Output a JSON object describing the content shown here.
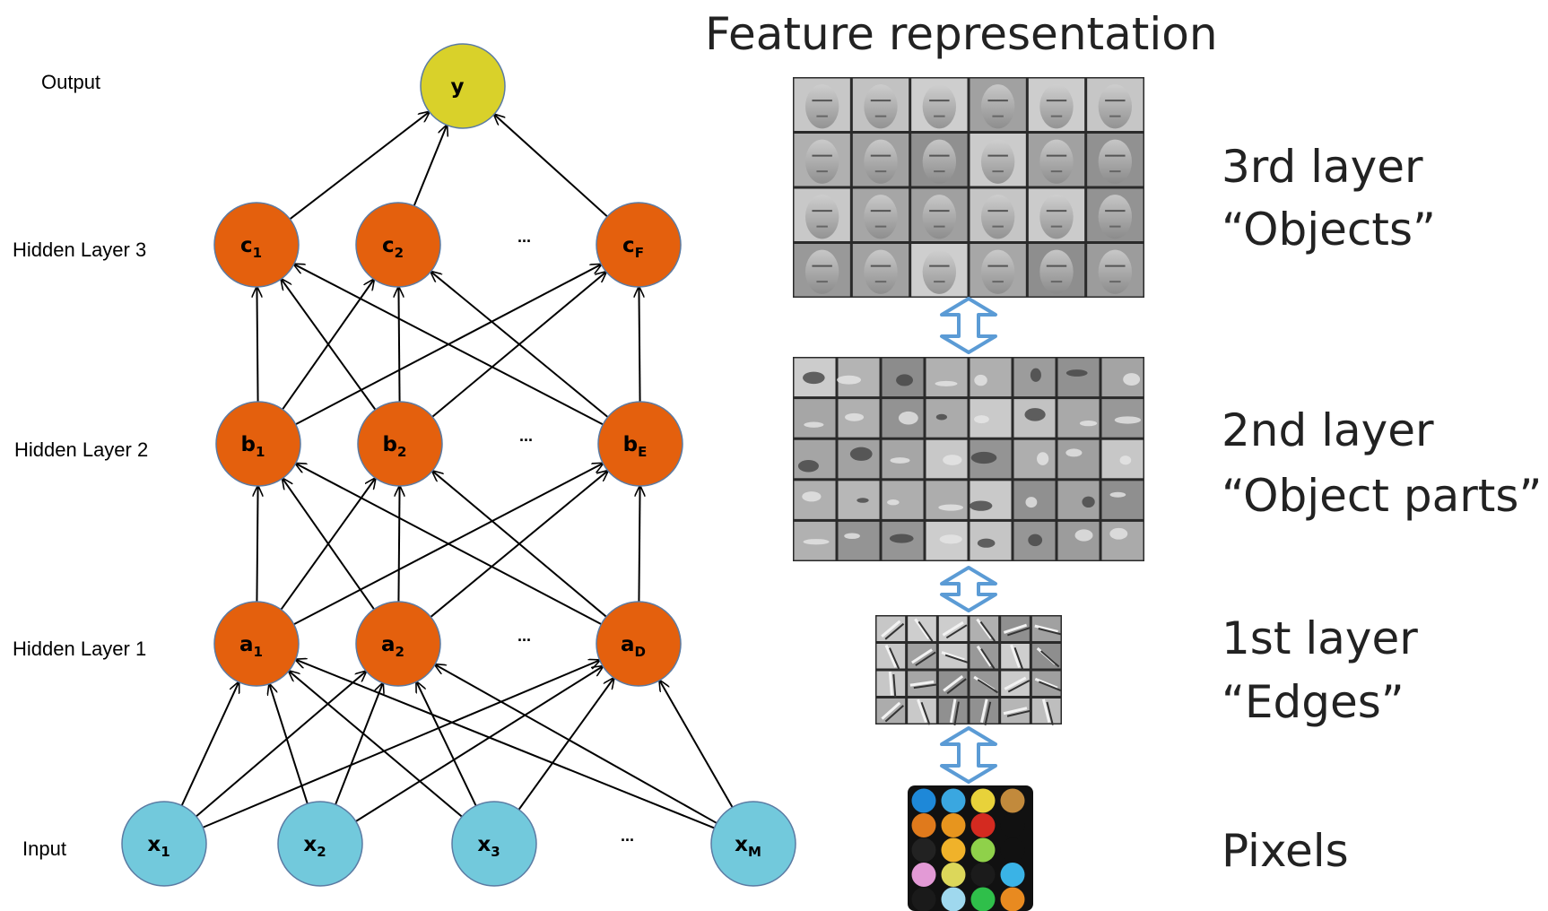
{
  "colors": {
    "output_node": "#d9d12a",
    "hidden_node": "#e4600d",
    "input_node": "#72c9dc",
    "node_stroke": "#5b7ba3",
    "double_arrow": "#5b9bd5"
  },
  "network": {
    "row_labels": {
      "output": "Output",
      "hidden3": "Hidden Layer 3",
      "hidden2": "Hidden Layer 2",
      "hidden1": "Hidden Layer 1",
      "input": "Input"
    },
    "layers": {
      "output": [
        {
          "main": "y",
          "sub": ""
        }
      ],
      "hidden3": [
        {
          "main": "c",
          "sub": "1"
        },
        {
          "main": "c",
          "sub": "2"
        },
        {
          "main": "c",
          "sub": "F"
        }
      ],
      "hidden2": [
        {
          "main": "b",
          "sub": "1"
        },
        {
          "main": "b",
          "sub": "2"
        },
        {
          "main": "b",
          "sub": "E"
        }
      ],
      "hidden1": [
        {
          "main": "a",
          "sub": "1"
        },
        {
          "main": "a",
          "sub": "2"
        },
        {
          "main": "a",
          "sub": "D"
        }
      ],
      "input": [
        {
          "main": "x",
          "sub": "1"
        },
        {
          "main": "x",
          "sub": "2"
        },
        {
          "main": "x",
          "sub": "3"
        },
        {
          "main": "x",
          "sub": "M"
        }
      ]
    },
    "ellipsis": "..."
  },
  "features": {
    "title": "Feature representation",
    "layers": [
      {
        "name": "3rd layer",
        "desc": "“Objects”"
      },
      {
        "name": "2nd layer",
        "desc": "“Object parts”"
      },
      {
        "name": "1st layer",
        "desc": "“Edges”"
      },
      {
        "name": "Pixels",
        "desc": ""
      }
    ],
    "pixel_colors": [
      "#1e88d8",
      "#3aa7e0",
      "#e8d23a",
      "#c28a3c",
      "#e07a1c",
      "#e7951e",
      "#d42a20",
      "#111111",
      "#222222",
      "#f0b22a",
      "#8fd14a",
      "#111111",
      "#e39ad6",
      "#dcd75a",
      "#1b1b1b",
      "#3ab3e6",
      "#1a1a1a",
      "#9fd8ee",
      "#2fbf4a",
      "#e88a20"
    ]
  }
}
